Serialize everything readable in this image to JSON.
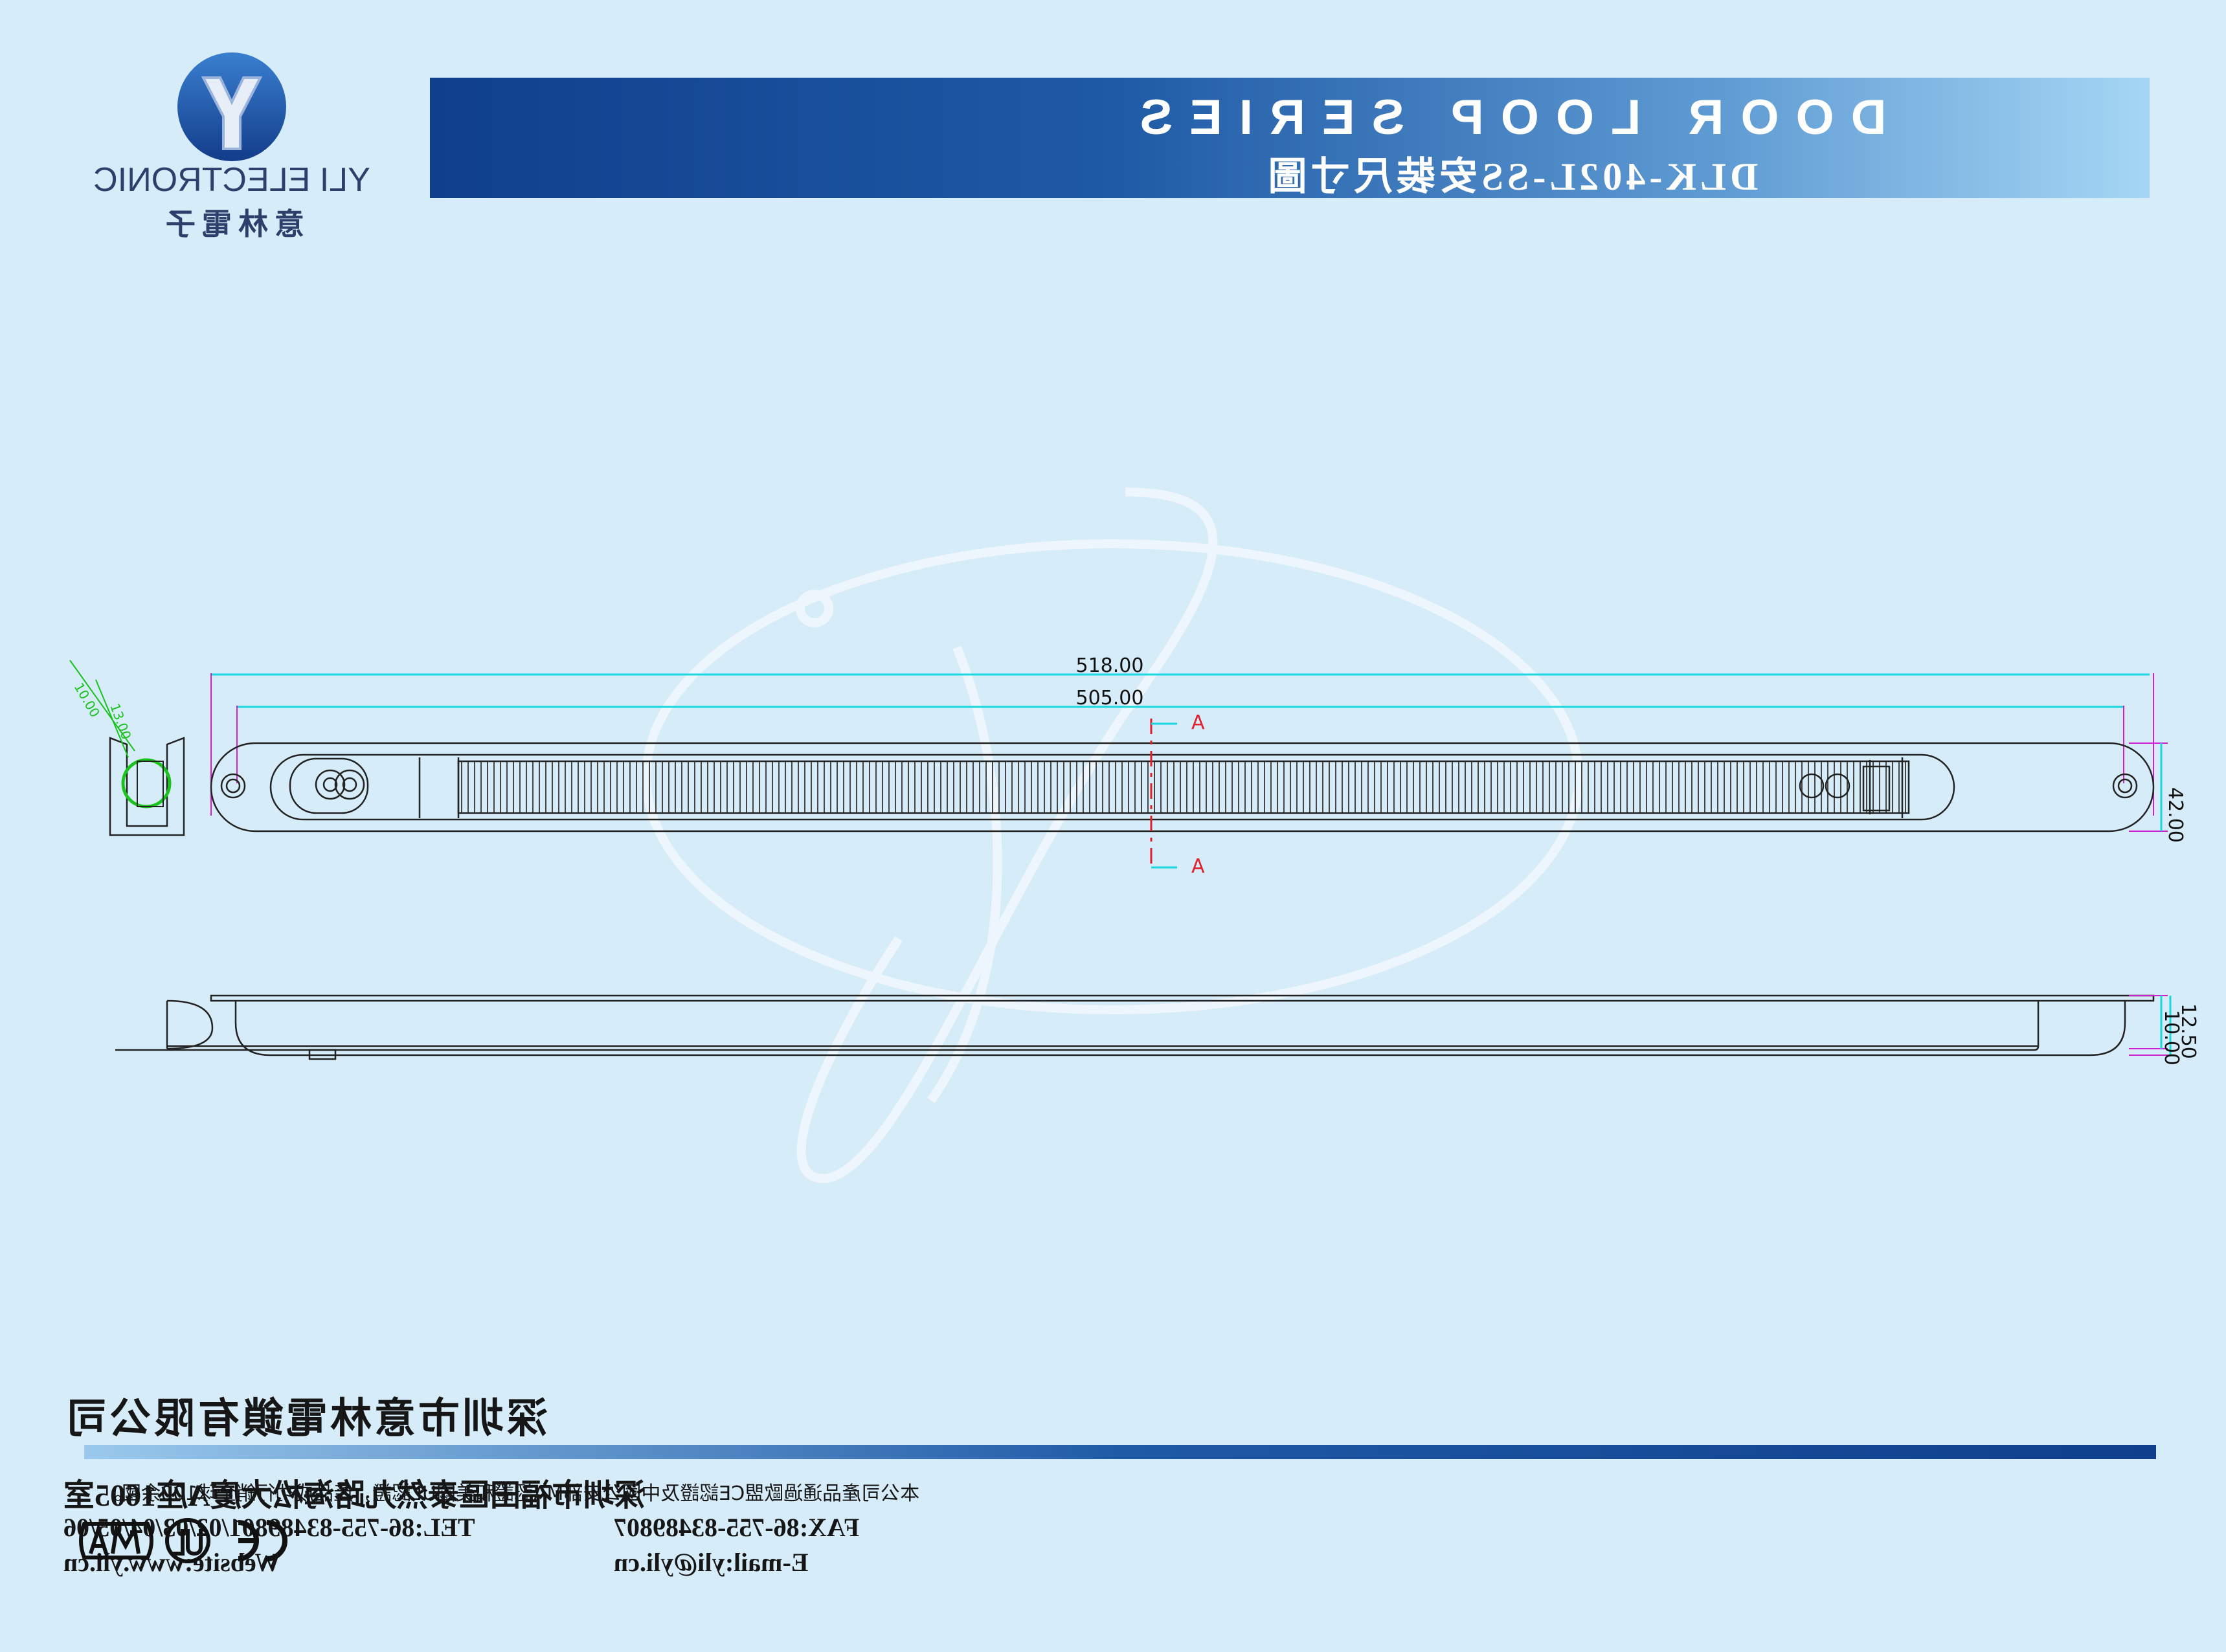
{
  "header": {
    "title": "DOOR LOOP SERIES",
    "subtitle": "DLK-402L-SS安裝尺寸圖"
  },
  "logo": {
    "brand": "YLI ELECTRONIC",
    "brand_cn": "意林電子",
    "icon": "yli-y-logo-icon",
    "color": "#1f5aa6"
  },
  "drawing": {
    "dim_overall_length": "518.00",
    "dim_inner_length": "505.00",
    "dim_width": "42.00",
    "dim_height_a": "10.00",
    "dim_height_b": "12.50",
    "section_label_top": "A",
    "section_label_bottom": "A",
    "end_view_dim_a": "13.00",
    "end_view_dim_b": "10.00"
  },
  "footer": {
    "company_name": "深圳市意林電鎖有限公司",
    "address": "深圳市福田區泰然九路海松大廈A座1605室",
    "tel": "TEL:86-755-83489801/02/03/04/05/06",
    "fax": "FAX:86-755-83489807",
    "website": "Website:www.yli.cn",
    "email": "E-mail:yli@yli.cn",
    "cert_note": "本公司產品通過歐盟CE認證及中國公安部MA認證和美國UL認證，產品成功行銷全球100余國。",
    "cert_icons": [
      "ma-mark-icon",
      "ul-mark-icon",
      "ce-mark-icon"
    ]
  }
}
